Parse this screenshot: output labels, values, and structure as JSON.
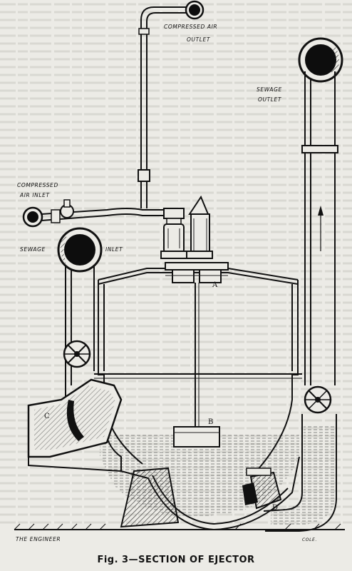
{
  "labels": {
    "compressed_air_outlet_1": "COMPRESSED AIR",
    "compressed_air_outlet_2": "OUTLET",
    "sewage_outlet_1": "SEWAGE",
    "sewage_outlet_2": "OUTLET",
    "compressed_air_inlet_1": "COMPRESSED",
    "compressed_air_inlet_2": "AIR INLET",
    "sewage_inlet_1": "SEWAGE",
    "sewage_inlet_2": "INLET",
    "engineer": "THE ENGINEER",
    "engraver": "COLE."
  },
  "parts": {
    "a": "A",
    "b": "B",
    "c": "C",
    "d": "D"
  },
  "caption": "Fig. 3—SECTION OF EJECTOR"
}
